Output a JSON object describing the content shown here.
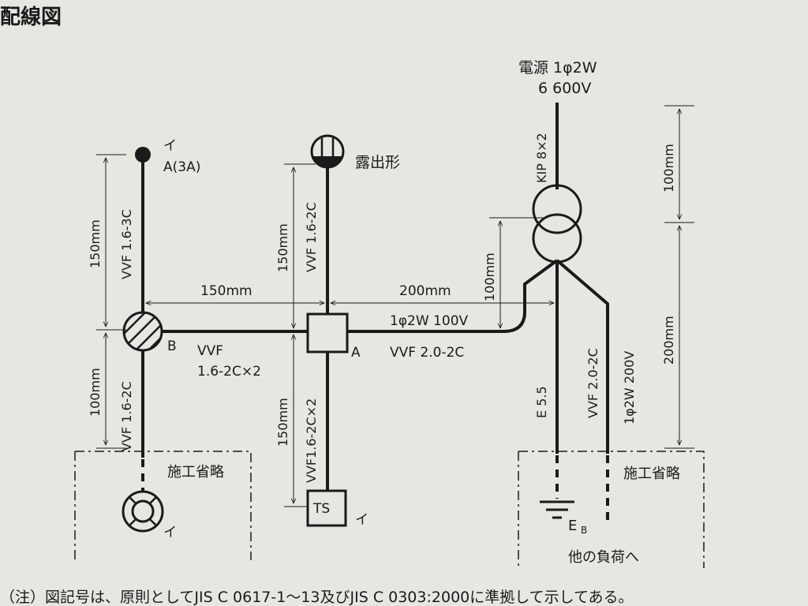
{
  "header": {
    "title": "配線図"
  },
  "source": {
    "label": "電源 1φ2W",
    "voltage": "6 600V",
    "cable": "KIP 8×2"
  },
  "exposed_label": "露出形",
  "outlet_i": "イ",
  "outlet_a": "A(3A)",
  "ts_label": "TS",
  "ts_i": "イ",
  "bottom_i": "イ",
  "box_a": "A",
  "box_b": "B",
  "cables": {
    "vvf_16_3c": "VVF 1.6-3C",
    "vvf_16_2c_top": "VVF 1.6-2C",
    "vvf_16_2c_left": "VVF 1.6-2C",
    "vvf_bb_a_1": "VVF",
    "vvf_bb_a_2": "1.6-2C×2",
    "vvf_16_2c_x2": "VVF1.6-2C×2",
    "line_100v": "1φ2W 100V",
    "vvf_20_2c": "VVF 2.0-2C",
    "e55": "E 5.5",
    "vvf_20_2c_v": "VVF 2.0-2C",
    "line_200v": "1φ2W 200V"
  },
  "dims": {
    "d150_left": "150mm",
    "d100_left": "100mm",
    "d150_top": "150mm",
    "d150_mid": "150mm",
    "d150_bottom": "150mm",
    "d200_mid": "200mm",
    "d100_mid": "100mm",
    "d100_right": "100mm",
    "d200_right": "200mm"
  },
  "omit_left": "施工省略",
  "omit_right": "施工省略",
  "ground": "E",
  "ground_sub": "B",
  "other_load": "他の負荷へ",
  "footer": "（注）図記号は、原則としてJIS C 0617-1～13及びJIS C 0303:2000に準拠して示してある。"
}
